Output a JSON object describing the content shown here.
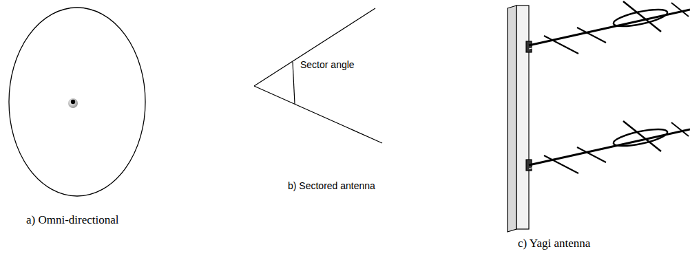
{
  "diagram": {
    "labels": [
      "a) Omni-directional",
      "Sector angle",
      "b) Sectored antenna",
      "c) Yagi antenna"
    ]
  }
}
